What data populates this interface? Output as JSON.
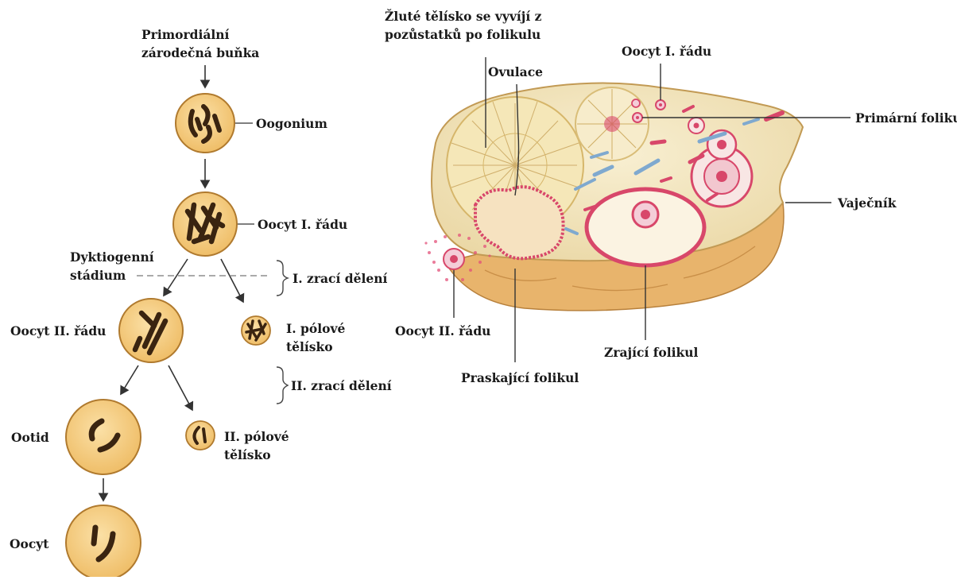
{
  "oogenesis": {
    "primordial_cell": {
      "line1": "Primordiální",
      "line2": "zárodečná buňka"
    },
    "oogonium": "Oogonium",
    "primary_oocyte": "Oocyt I. řádu",
    "dictyotene": {
      "line1": "Dyktiogenní",
      "line2": "stádium"
    },
    "first_division": "I. zrací dělení",
    "secondary_oocyte": "Oocyt II. řádu",
    "first_polar_body": {
      "line1": "I. pólové",
      "line2": "tělísko"
    },
    "second_division": "II. zrací dělení",
    "ootid": "Ootid",
    "second_polar_body": {
      "line1": "II. pólové",
      "line2": "tělísko"
    },
    "oocyte": "Oocyt"
  },
  "ovary": {
    "corpus_luteum": {
      "line1": "Žluté tělísko se vyvíjí z",
      "line2": "pozůstatků po folikulu"
    },
    "ovulation": "Ovulace",
    "primary_oocyte": "Oocyt I. řádu",
    "primary_follicle": "Primární folikul",
    "ovary": "Vaječník",
    "secondary_oocyte": "Oocyt II. řádu",
    "maturing_follicle": "Zrající folikul",
    "ruptured_follicle": "Praskající folikul"
  },
  "colors": {
    "cell_fill": "#f6cd82",
    "cell_edge": "#b07a2e",
    "chromosome": "#3a2410",
    "ovary_tissue": "#f3e6bf",
    "ovary_edge": "#c29a54",
    "follicle_pink": "#d8476a"
  }
}
